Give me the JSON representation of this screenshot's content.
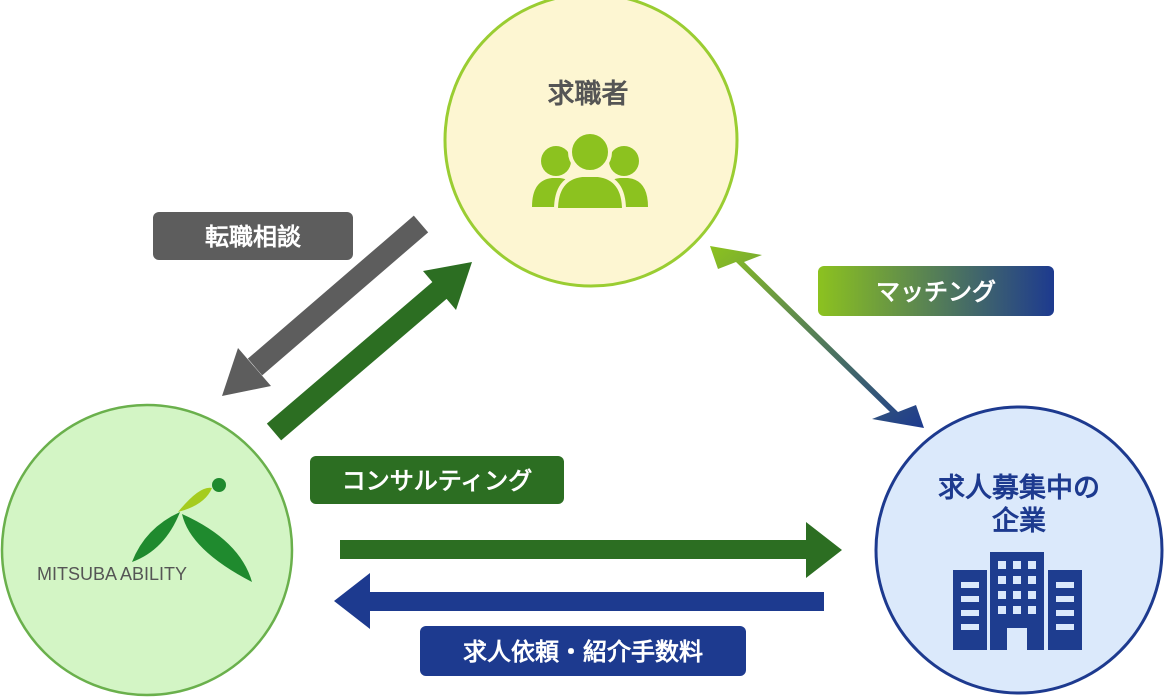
{
  "nodes": {
    "job_seeker": {
      "title": "求職者",
      "fill": "#fdf6d2",
      "stroke": "#9acd32",
      "icon": "people-icon",
      "icon_color": "#8cc21f"
    },
    "agency": {
      "title": "MITSUBA ABILITY",
      "fill": "#d3f5c5",
      "stroke": "#6ab04c",
      "icon": "mitsuba-logo",
      "logo_colors": [
        "#1f8a2e",
        "#a5cc1e"
      ]
    },
    "company": {
      "title_line1": "求人募集中の",
      "title_line2": "企業",
      "fill": "#dbe9fb",
      "stroke": "#1d3a8f",
      "icon": "building-icon",
      "icon_color": "#1e3d8f"
    }
  },
  "tags": {
    "career_consult": {
      "label": "転職相談",
      "color": "#5d5d5d"
    },
    "consulting": {
      "label": "コンサルティング",
      "color": "#2c6e22"
    },
    "matching": {
      "label": "マッチング",
      "gradient": [
        "#8cc21f",
        "#1d3a8f"
      ]
    },
    "fee": {
      "label": "求人依頼・紹介手数料",
      "color": "#1d3a8f"
    }
  },
  "arrows": {
    "career_consult": {
      "color": "#5d5d5d"
    },
    "consulting": {
      "color": "#2c6e22"
    },
    "matching": {
      "gradient": [
        "#8cc21f",
        "#1d3a8f"
      ]
    },
    "to_company": {
      "color": "#2c6e22"
    },
    "fee": {
      "color": "#1d3a8f"
    }
  }
}
